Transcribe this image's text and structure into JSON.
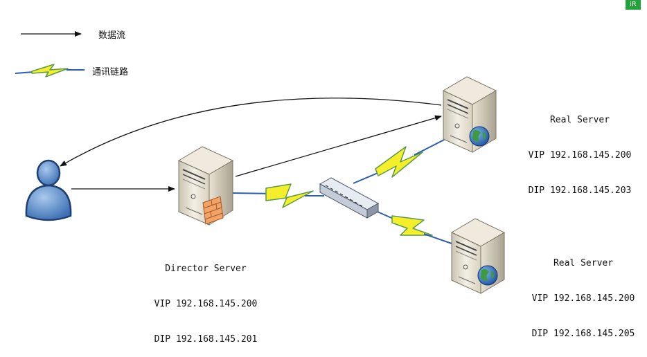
{
  "legend": {
    "data_flow": "数据流",
    "comm_link": "通讯链路"
  },
  "director": {
    "title": "Director Server",
    "vip": "VIP 192.168.145.200",
    "dip": "DIP 192.168.145.201"
  },
  "real1": {
    "title": "Real Server",
    "vip": "VIP 192.168.145.200",
    "dip": "DIP 192.168.145.203"
  },
  "real2": {
    "title": "Real Server",
    "vip": "VIP 192.168.145.200",
    "dip": "DIP 192.168.145.205"
  },
  "corner_badge": "iR"
}
